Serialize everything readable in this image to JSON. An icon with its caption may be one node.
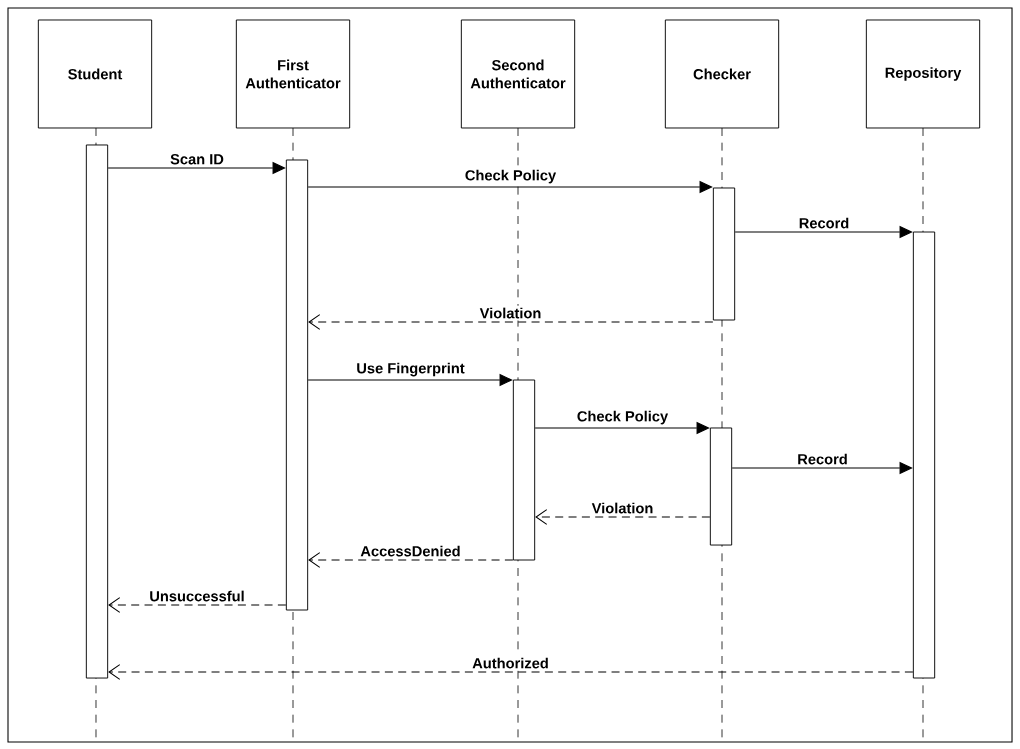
{
  "diagram": {
    "nodes": [
      {
        "text": [
          "Student"
        ]
      },
      {
        "text": [
          "First Authenticator"
        ]
      },
      {
        "text": [
          "Second Authenticator"
        ]
      },
      {
        "text": [
          "Checker"
        ]
      },
      {
        "text": [
          "Repository"
        ]
      },
      {
        "text": [],
        "shape": "bar"
      },
      {
        "text": [],
        "shape": "bar"
      },
      {
        "text": [],
        "shape": "bar"
      },
      {
        "text": [],
        "shape": "bar"
      },
      {
        "text": [],
        "shape": "bar"
      },
      {
        "text": [],
        "shape": "bar"
      }
    ],
    "edges": [
      {
        "from": 5,
        "to": 6,
        "arrow": "to",
        "label": "Scan ID"
      },
      {
        "from": 6,
        "to": 8,
        "arrow": "to",
        "label": "Check Policy"
      },
      {
        "from": 8,
        "to": 10,
        "arrow": "to",
        "label": "Record"
      },
      {
        "from": 8,
        "to": 6,
        "arrow": "to",
        "label": "Violation",
        "style": "dashed"
      },
      {
        "from": 6,
        "to": 7,
        "arrow": "to",
        "label": "Use Fingerprint"
      },
      {
        "from": 7,
        "to": 9,
        "arrow": "to",
        "label": "Check Policy"
      },
      {
        "from": 9,
        "to": 10,
        "arrow": "to",
        "label": "Record"
      },
      {
        "from": 9,
        "to": 7,
        "arrow": "to",
        "label": "Violation",
        "style": "dashed"
      },
      {
        "from": 7,
        "to": 6,
        "arrow": "to",
        "label": "AccessDenied",
        "style": "dashed"
      },
      {
        "from": 6,
        "to": 5,
        "arrow": "to",
        "label": "Unsuccessful",
        "style": "dashed"
      },
      {
        "from": 10,
        "to": 5,
        "arrow": "to",
        "label": "Authorized",
        "style": "dashed"
      }
    ]
  }
}
